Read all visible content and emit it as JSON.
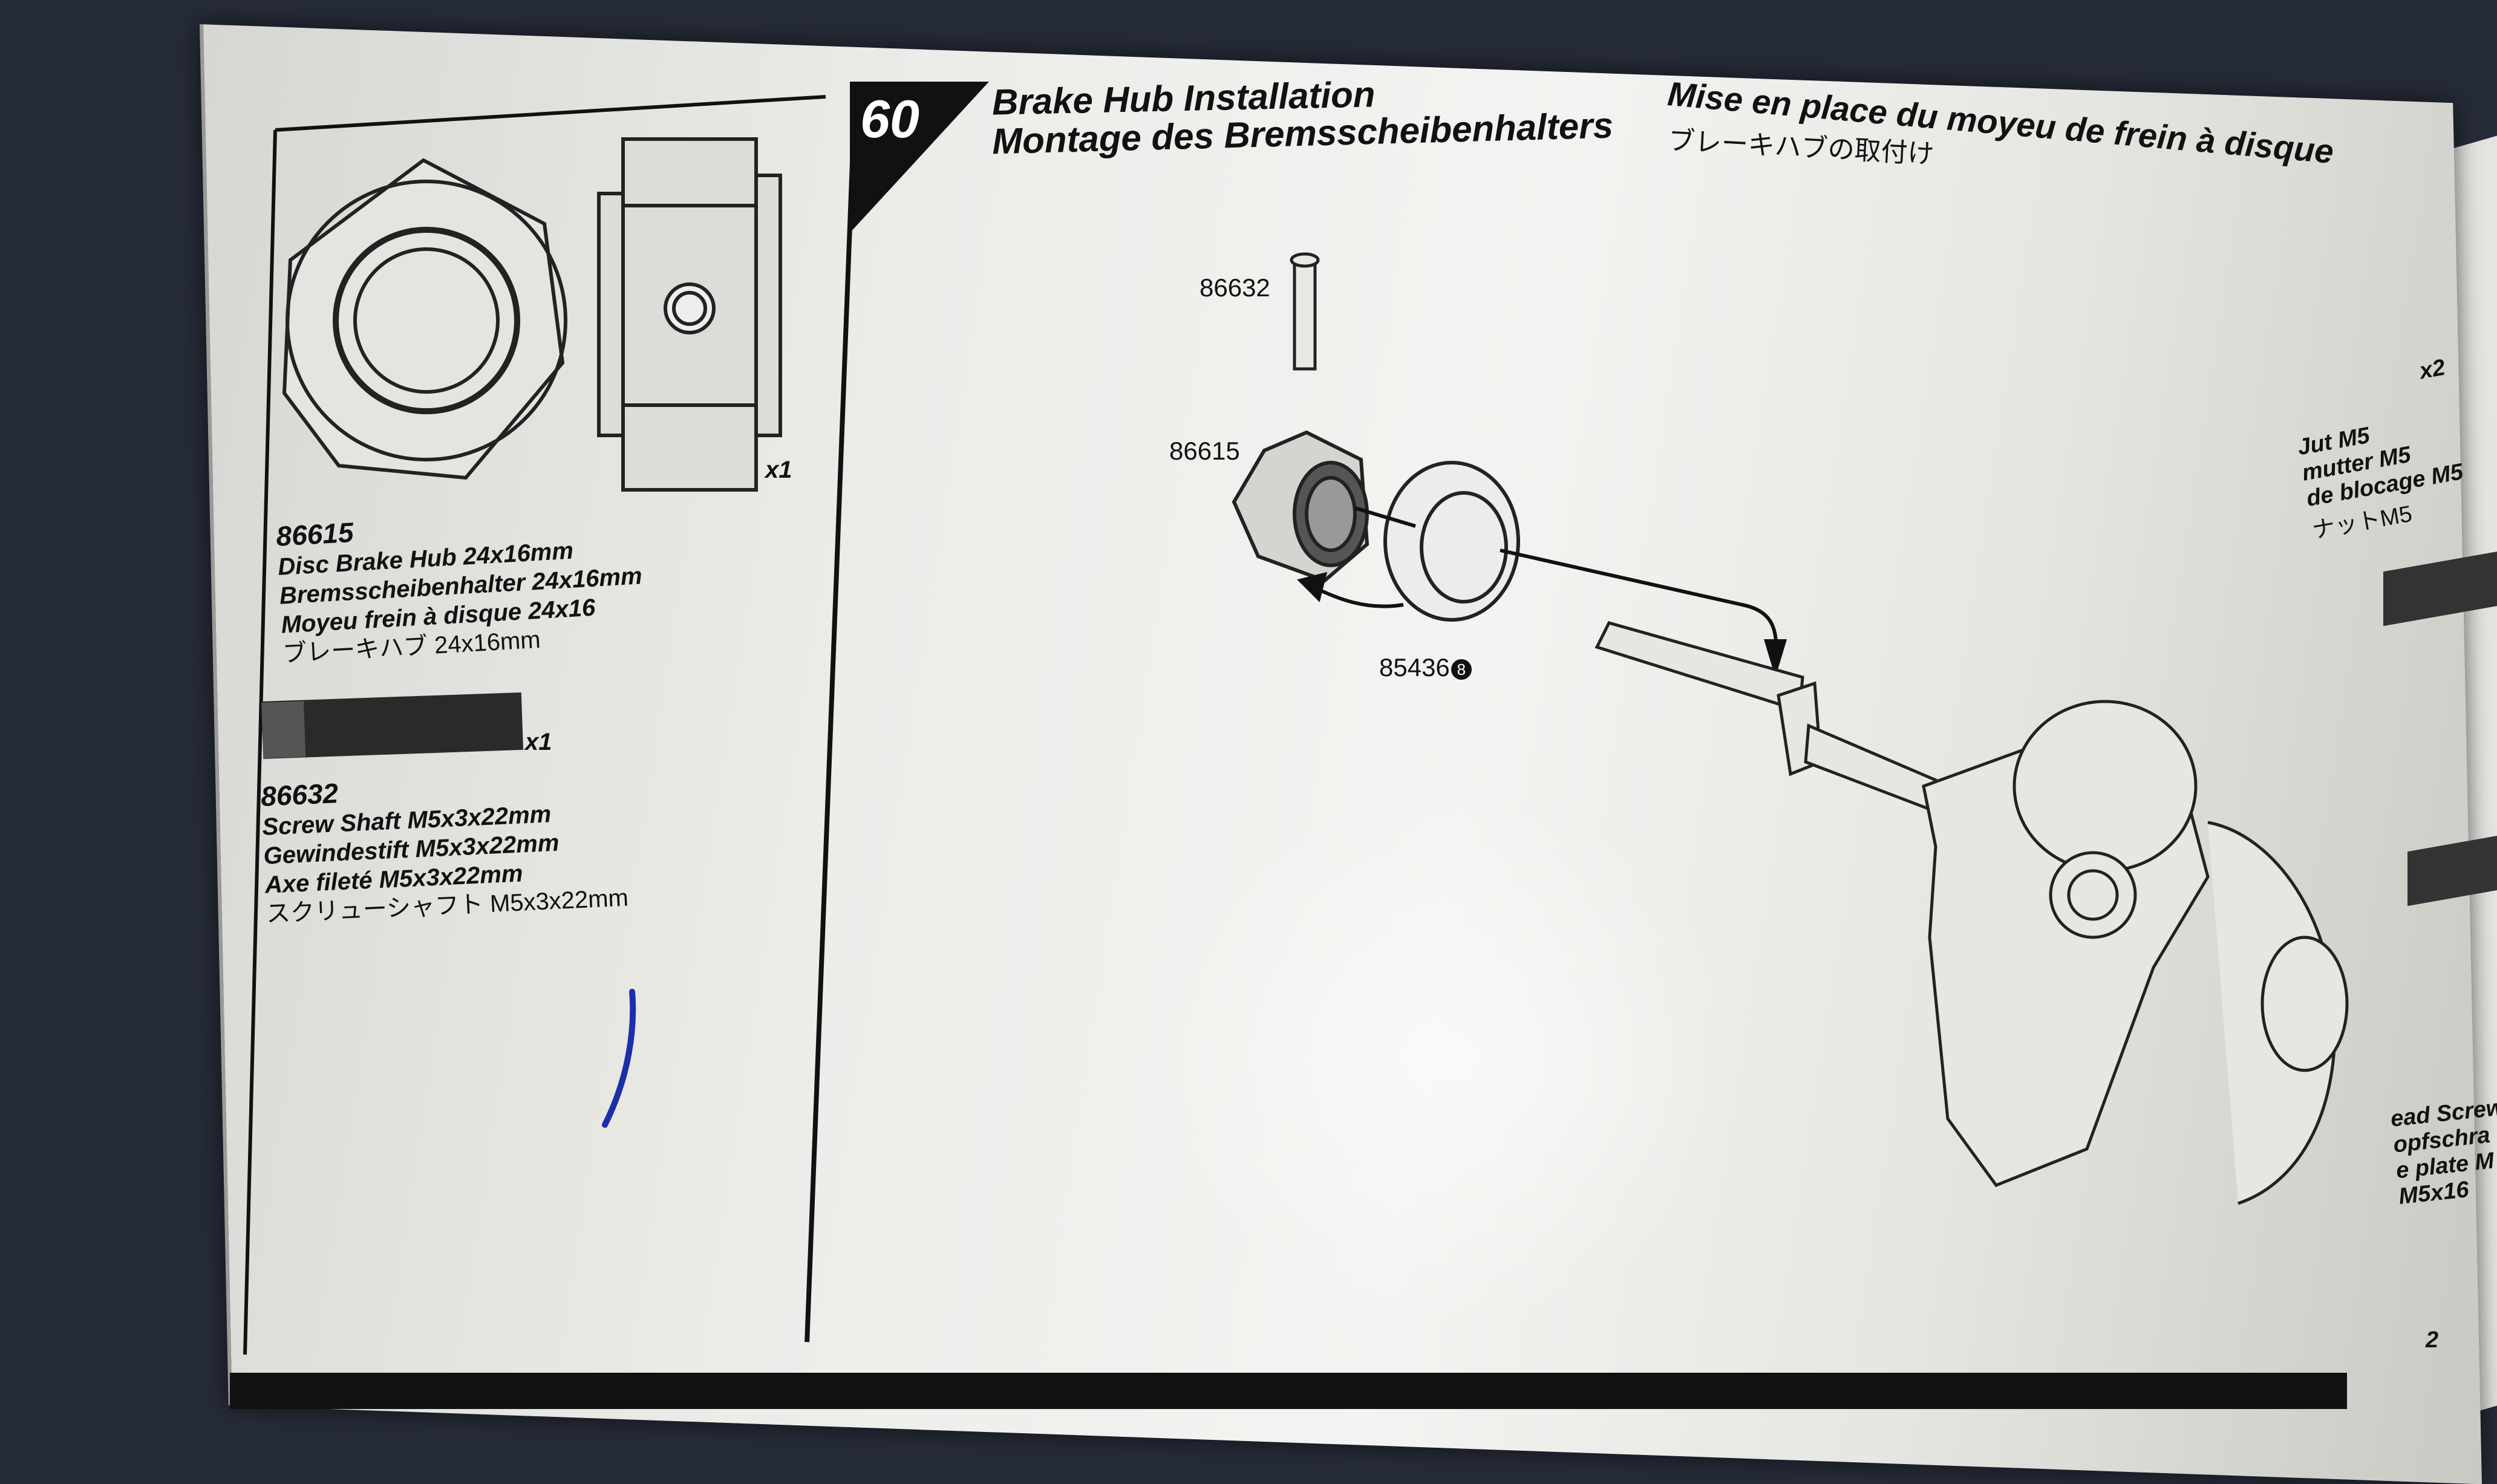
{
  "step": {
    "number": "60",
    "title_en": "Brake Hub Installation",
    "title_de": "Montage des Bremsscheibenhalters",
    "title_fr": "Mise en place du moyeu de frein à disque",
    "title_ja": "ブレーキハブの取付け"
  },
  "parts": [
    {
      "part_no": "86615",
      "qty": "x1",
      "names": [
        "Disc Brake Hub 24x16mm",
        "Bremsscheibenhalter 24x16mm",
        "Moyeu frein à disque 24x16",
        "ブレーキハブ 24x16mm"
      ]
    },
    {
      "part_no": "86632",
      "qty": "x1",
      "names": [
        "Screw Shaft M5x3x22mm",
        "Gewindestift M5x3x22mm",
        "Axe fileté M5x3x22mm",
        "スクリューシャフト M5x3x22mm"
      ]
    }
  ],
  "callouts": {
    "screw": "86632",
    "hub": "86615",
    "washer": "85436",
    "washer_badge": "8"
  },
  "next_page": {
    "qty": "x2",
    "lines": [
      "Jut M5",
      "mutter M5",
      "de blocage M5",
      "ナットM5"
    ],
    "lines2": [
      "ead Screw",
      "opfschra",
      "e plate M",
      "M5x16"
    ],
    "num": "2"
  },
  "colors": {
    "ink": "#111111",
    "paper": "#eeeeeb",
    "pen_mark": "#1a2fa8"
  }
}
